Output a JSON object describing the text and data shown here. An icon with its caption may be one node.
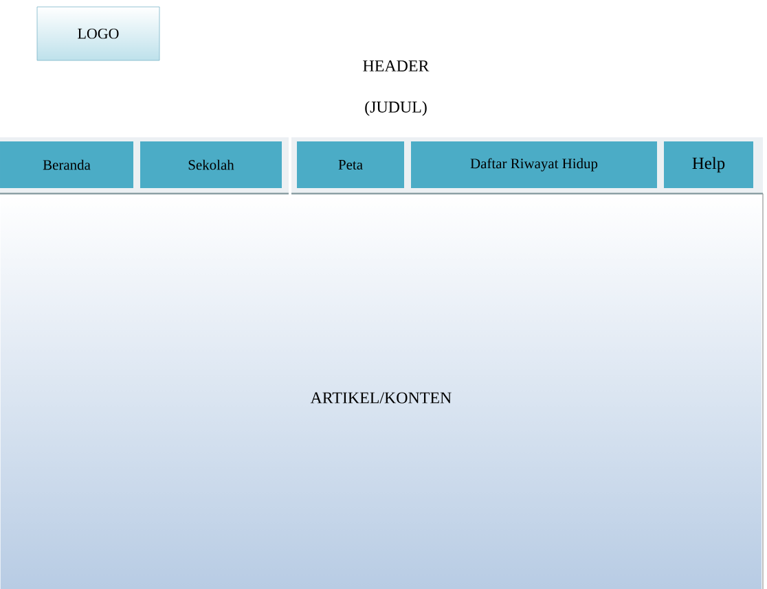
{
  "diagram": {
    "title": "HEADER",
    "nodes": [
      {
        "text": [
          "LOGO"
        ]
      },
      {
        "text": [
          "Beranda"
        ]
      },
      {
        "text": [
          "Sekolah"
        ]
      },
      {
        "text": [
          "Peta"
        ]
      },
      {
        "text": [
          "Daftar Riwayat Hidup"
        ]
      },
      {
        "text": [
          "Help"
        ]
      },
      {
        "text": [
          "ARTIKEL/KONTEN"
        ]
      }
    ],
    "labels": [
      "(JUDUL)"
    ]
  }
}
